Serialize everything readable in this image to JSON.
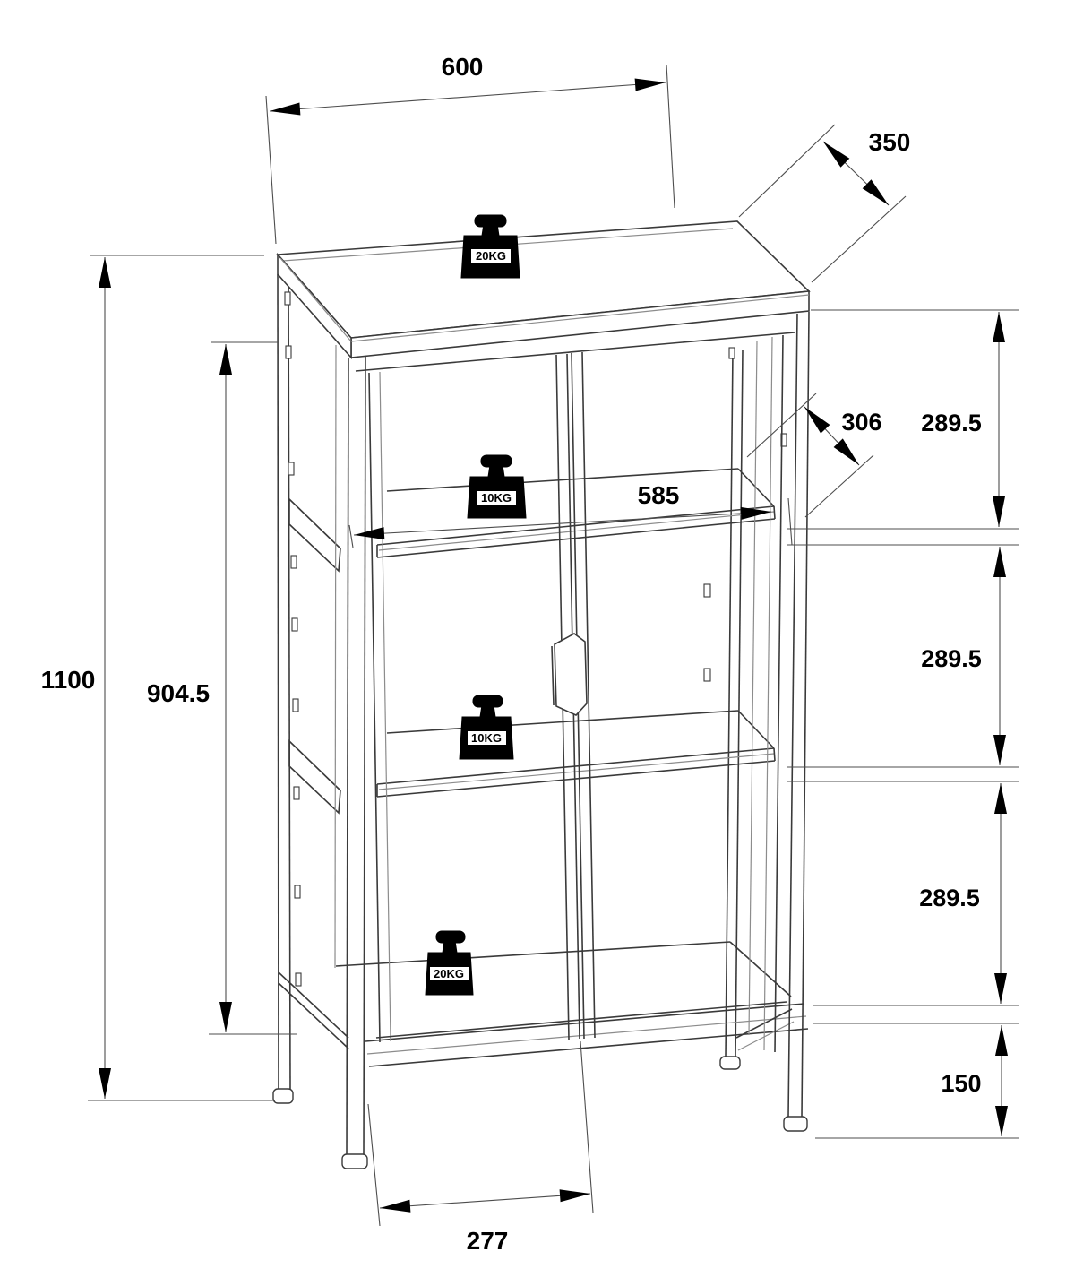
{
  "drawing": {
    "type": "furniture-dimension-diagram",
    "subject": "two-door glass display cabinet"
  },
  "dimensions": {
    "width": "600",
    "depth": "350",
    "height": "1100",
    "door_height": "904.5",
    "inner_width": "585",
    "inner_depth": "306",
    "upper_section": "289.5",
    "middle_section": "289.5",
    "lower_section": "289.5",
    "leg_height": "150",
    "front_leg_spacing": "277"
  },
  "weights": {
    "top": "20KG",
    "upper_shelf": "10KG",
    "lower_shelf": "10KG",
    "base": "20KG"
  },
  "colors": {
    "line": "#3a3a3a",
    "dimension_line": "#4d4d4d",
    "text": "#000000",
    "background": "#ffffff"
  }
}
